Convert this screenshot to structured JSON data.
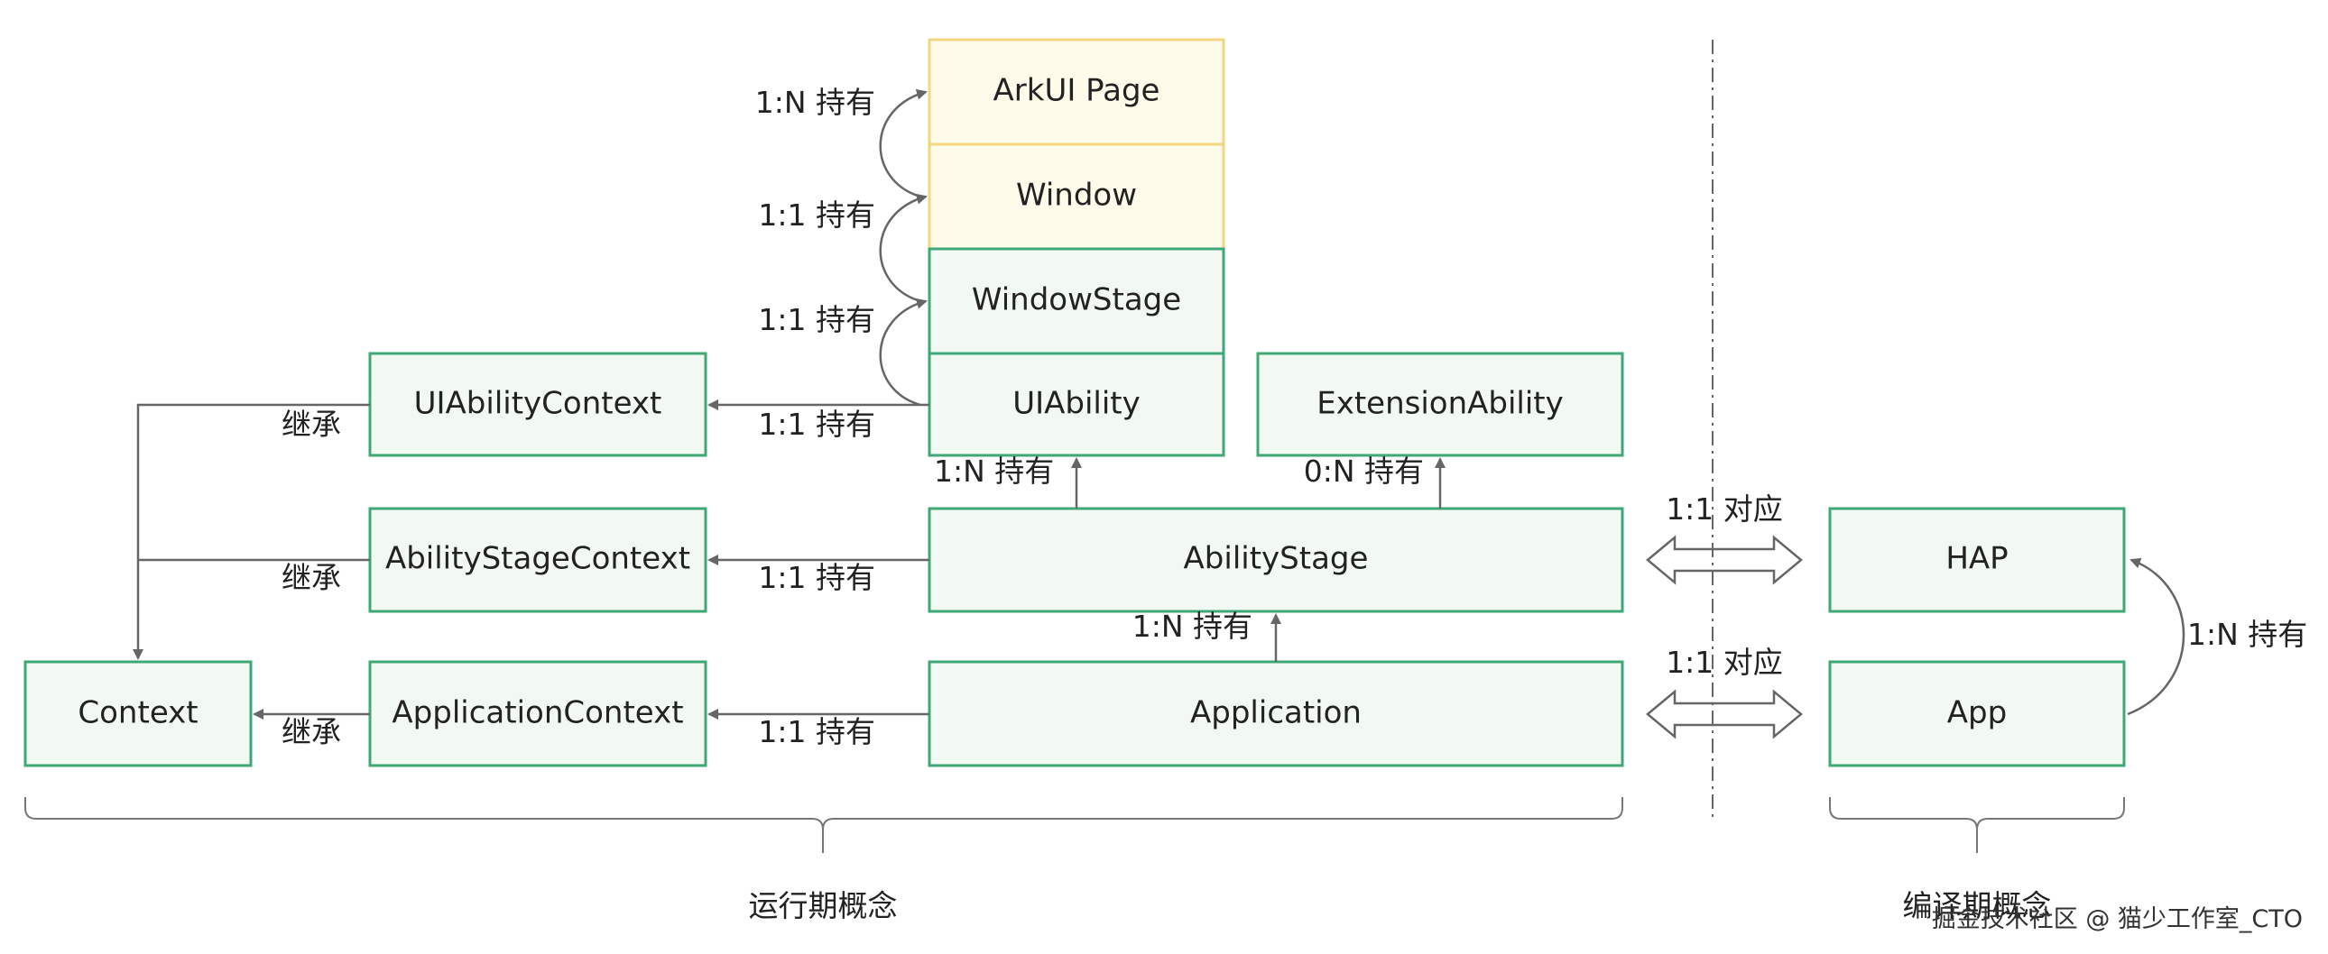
{
  "colors": {
    "runtime_box_fill": "#f2f9f3",
    "runtime_box_stroke": "#3ea876",
    "ui_box_fill": "#fffbeb",
    "ui_box_stroke": "#f2d680",
    "line": "#666666",
    "text": "#222222"
  },
  "nodes": {
    "arkui_page": "ArkUI Page",
    "window": "Window",
    "window_stage": "WindowStage",
    "uiability": "UIAbility",
    "extension_ability": "ExtensionAbility",
    "uiability_context": "UIAbilityContext",
    "ability_stage_context": "AbilityStageContext",
    "ability_stage": "AbilityStage",
    "context": "Context",
    "application_context": "ApplicationContext",
    "application": "Application",
    "hap": "HAP",
    "app": "App"
  },
  "edges": {
    "page_hold": "1:N 持有",
    "window_hold": "1:1 持有",
    "windowstage_hold": "1:1 持有",
    "uiability_ctx_hold": "1:1 持有",
    "stage_to_uiability": "1:N 持有",
    "stage_to_extension": "0:N 持有",
    "stage_ctx_hold": "1:1 持有",
    "app_to_stage": "1:N 持有",
    "app_ctx_hold": "1:1 持有",
    "inherit_1": "继承",
    "inherit_2": "继承",
    "inherit_3": "继承",
    "stage_hap_map": "1:1 对应",
    "app_map": "1:1 对应",
    "app_hap_hold": "1:N 持有"
  },
  "groups": {
    "runtime": "运行期概念",
    "compile": "编译期概念"
  },
  "watermark": "掘金技术社区 @ 猫少工作室_CTO"
}
